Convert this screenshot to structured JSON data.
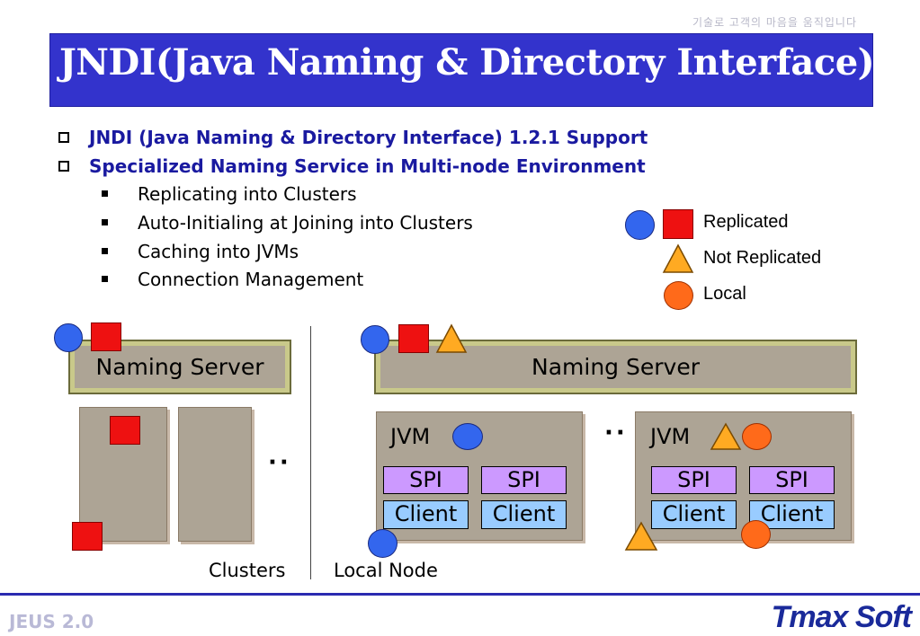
{
  "header": {
    "tagline": "기술로 고객의 마음을 움직입니다",
    "title": "JNDI(Java Naming & Directory Interface)"
  },
  "bullets": [
    {
      "text": "JNDI (Java Naming & Directory Interface) 1.2.1 Support"
    },
    {
      "text": "Specialized Naming Service in Multi-node Environment"
    }
  ],
  "sub_bullets": [
    "Replicating into Clusters",
    "Auto-Initialing at Joining into Clusters",
    "Caching into JVMs",
    "Connection Management"
  ],
  "legend": {
    "replicated": "Replicated",
    "not_replicated": "Not Replicated",
    "local": "Local"
  },
  "diagram": {
    "left_server": "Naming Server",
    "right_server": "Naming Server",
    "jvm_label": "JVM",
    "spi_label": "SPI",
    "client_label": "Client",
    "dots": "··",
    "clusters_caption": "Clusters",
    "local_node_caption": "Local Node"
  },
  "footer": {
    "product": "JEUS 2.0",
    "brand_t": "T",
    "brand_rest": "max Soft"
  },
  "colors": {
    "title_bar": "#3333cc",
    "replicated_circle": "#3366ee",
    "replicated_square": "#ee1111",
    "not_replicated_triangle": "#ffaa22",
    "local_circle": "#ff6a1a",
    "spi": "#cc99ff",
    "client": "#99ccff",
    "server": "#ada495"
  }
}
